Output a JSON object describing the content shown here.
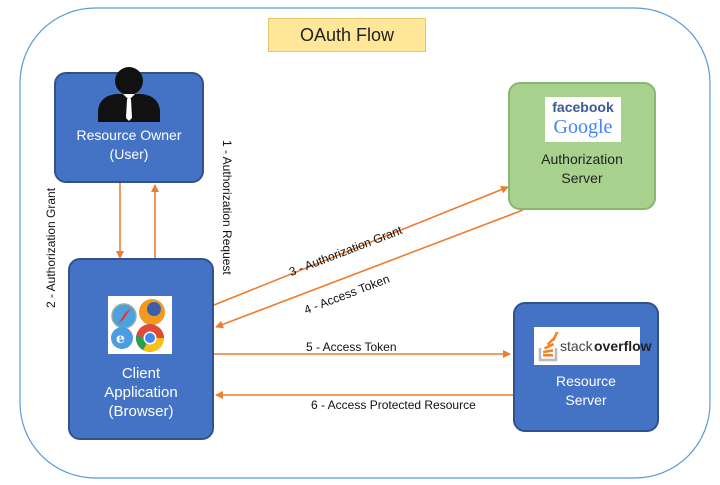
{
  "title": "OAuth Flow",
  "nodes": {
    "owner": {
      "line1": "Resource Owner",
      "line2": "(User)"
    },
    "client": {
      "line1": "Client",
      "line2": "Application",
      "line3": "(Browser)"
    },
    "auth": {
      "line1": "Authorization",
      "line2": "Server",
      "logo_top": "facebook",
      "logo_bottom": "Google"
    },
    "resource": {
      "line1": "Resource",
      "line2": "Server",
      "logo_a": "stack",
      "logo_b": "overflow"
    }
  },
  "edges": {
    "e1": "1 - Authorization Request",
    "e2": "2 -  Authorization Grant",
    "e3": "3 -  Authorization Grant",
    "e4": "4 -  Access Token",
    "e5": "5 -  Access Token",
    "e6": "6 -  Access Protected Resource"
  },
  "colors": {
    "box_blue": "#4472c4",
    "box_green": "#a9d18e",
    "arrow": "#ed7d31",
    "title_bg": "#ffe699",
    "frame": "#5b9bd5"
  },
  "icons": [
    "user-icon",
    "browsers-icon",
    "stackoverflow-logo",
    "facebook-google-logo"
  ]
}
